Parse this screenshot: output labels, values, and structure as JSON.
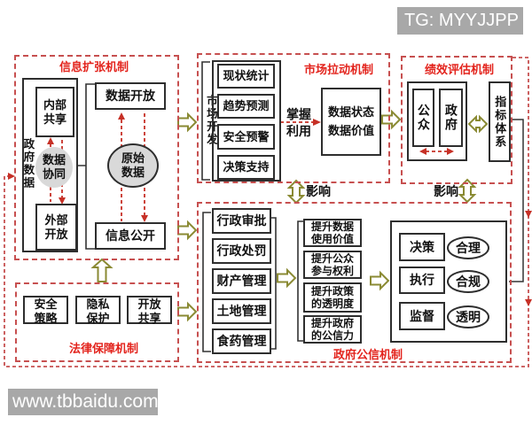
{
  "watermarks": {
    "top_right": "TG: MYYJJPP",
    "bottom_left": "www.tbbaidu.com"
  },
  "colors": {
    "mechanism_dashed_border": "#c75050",
    "title_red": "#e3241d",
    "box_border": "#2e2e2e",
    "hollow_arrow_olive": "#8a8a33",
    "red_arrow": "#c63026",
    "gray_fill": "#d9d9d9",
    "watermark_bg": "#a8a8a8"
  },
  "info_expansion": {
    "title": "信息扩张机制",
    "gov_data_label": "政府数据",
    "internal_share": "内部\n共享",
    "data_synergy": "数据\n协同",
    "external_open": "外部\n开放",
    "data_open": "数据开放",
    "raw_data": "原始\n数据",
    "info_public": "信息公开"
  },
  "market_pull": {
    "title": "市场拉动机制",
    "market_dev_label": "市场开发",
    "items": [
      "现状统计",
      "趋势预测",
      "安全预警",
      "决策支持"
    ],
    "grasp_use": "掌握\n利用",
    "outcome": "数据状态\n数据价值"
  },
  "performance_eval": {
    "title": "绩效评估机制",
    "public": "公众",
    "government": "政府",
    "indicator_system": "指标体系"
  },
  "legal_guarantee": {
    "title": "法律保障机制",
    "items": [
      "安全\n策略",
      "隐私\n保护",
      "开放\n共享"
    ]
  },
  "gov_credibility": {
    "title": "政府公信机制",
    "admin_items": [
      "行政审批",
      "行政处罚",
      "财产管理",
      "土地管理",
      "食药管理"
    ],
    "improve_items": [
      "提升数据\n使用价值",
      "提升公众\n参与权利",
      "提升政策\n的透明度",
      "提升政府\n的公信力"
    ],
    "functions": [
      {
        "name": "决策",
        "quality": "合理"
      },
      {
        "name": "执行",
        "quality": "合规"
      },
      {
        "name": "监督",
        "quality": "透明"
      }
    ]
  },
  "labels": {
    "impact_left": "影响",
    "impact_right": "影响"
  }
}
